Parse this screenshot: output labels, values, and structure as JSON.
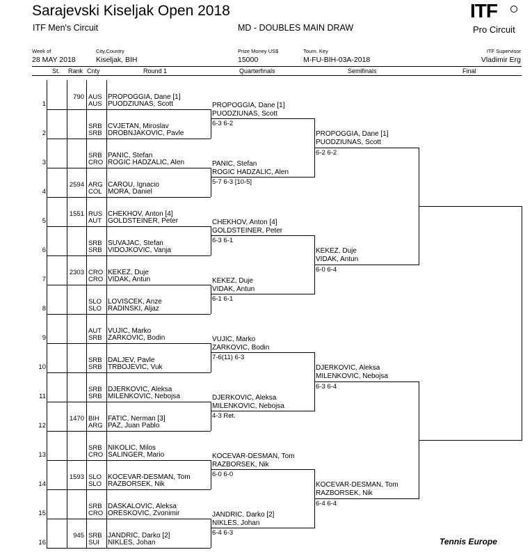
{
  "header": {
    "title": "Sarajevski Kiseljak Open 2018",
    "circuit": "ITF Men's Circuit",
    "draw_name": "MD - DOUBLES MAIN DRAW",
    "logo_itf": "ITF",
    "logo_pro": "Pro Circuit"
  },
  "info": {
    "week_label": "Week of",
    "week_value": "28 MAY 2018",
    "city_label": "City,Country",
    "city_value": "Kiseljak, BIH",
    "prize_label": "Prize Money US$",
    "prize_value": "15000",
    "key_label": "Tourn. Key",
    "key_value": "M-FU-BIH-03A-2018",
    "supervisor_label": "ITF Supervisor",
    "supervisor_value": "Vladimir Erg"
  },
  "columns": {
    "st": "St.",
    "rank": "Rank",
    "cnty": "Cnty",
    "r1": "Round 1",
    "qf": "Quarterfinals",
    "sf": "Semifinals",
    "final": "Final"
  },
  "draw": [
    {
      "line": "1",
      "rank": "790",
      "p1": {
        "c": "AUS",
        "n": "PROPOGGIA, Dane [1]"
      },
      "p2": {
        "c": "AUS",
        "n": "PUODZIUNAS, Scott"
      }
    },
    {
      "line": "2",
      "rank": "",
      "p1": {
        "c": "SRB",
        "n": "CVJETAN, Miroslav"
      },
      "p2": {
        "c": "SRB",
        "n": "DROBNJAKOVIC, Pavle"
      }
    },
    {
      "line": "3",
      "rank": "",
      "p1": {
        "c": "SRB",
        "n": "PANIC, Stefan"
      },
      "p2": {
        "c": "CRO",
        "n": "ROGIC HADZALIC, Alen"
      }
    },
    {
      "line": "4",
      "rank": "2594",
      "p1": {
        "c": "ARG",
        "n": "CAROU, Ignacio"
      },
      "p2": {
        "c": "COL",
        "n": "MORA, Daniel"
      }
    },
    {
      "line": "5",
      "rank": "1551",
      "p1": {
        "c": "RUS",
        "n": "CHEKHOV, Anton [4]"
      },
      "p2": {
        "c": "AUT",
        "n": "GOLDSTEINER, Peter"
      }
    },
    {
      "line": "6",
      "rank": "",
      "p1": {
        "c": "SRB",
        "n": "SUVAJAC, Stefan"
      },
      "p2": {
        "c": "SRB",
        "n": "VIDOJKOVIC, Vanja"
      }
    },
    {
      "line": "7",
      "rank": "2303",
      "p1": {
        "c": "CRO",
        "n": "KEKEZ, Duje"
      },
      "p2": {
        "c": "CRO",
        "n": "VIDAK, Antun"
      }
    },
    {
      "line": "8",
      "rank": "",
      "p1": {
        "c": "SLO",
        "n": "LOVISCEK, Anze"
      },
      "p2": {
        "c": "SLO",
        "n": "RADINSKI, Aljaz"
      }
    },
    {
      "line": "9",
      "rank": "",
      "p1": {
        "c": "AUT",
        "n": "VUJIC, Marko"
      },
      "p2": {
        "c": "SRB",
        "n": "ZARKOVIC, Bodin"
      }
    },
    {
      "line": "10",
      "rank": "",
      "p1": {
        "c": "SRB",
        "n": "DALJEV, Pavle"
      },
      "p2": {
        "c": "SRB",
        "n": "TRBOJEVIC, Vuk"
      }
    },
    {
      "line": "11",
      "rank": "",
      "p1": {
        "c": "SRB",
        "n": "DJERKOVIC, Aleksa"
      },
      "p2": {
        "c": "SRB",
        "n": "MILENKOVIC, Nebojsa"
      }
    },
    {
      "line": "12",
      "rank": "1470",
      "p1": {
        "c": "BIH",
        "n": "FATIC, Nerman [3]"
      },
      "p2": {
        "c": "ARG",
        "n": "PAZ, Juan Pablo"
      }
    },
    {
      "line": "13",
      "rank": "",
      "p1": {
        "c": "SRB",
        "n": "NIKOLIC, Milos"
      },
      "p2": {
        "c": "CRO",
        "n": "SALINGER, Mario"
      }
    },
    {
      "line": "14",
      "rank": "1593",
      "p1": {
        "c": "SLO",
        "n": "KOCEVAR-DESMAN, Tom"
      },
      "p2": {
        "c": "SLO",
        "n": "RAZBORSEK, Nik"
      }
    },
    {
      "line": "15",
      "rank": "",
      "p1": {
        "c": "SRB",
        "n": "DASKALOVIC, Aleksa"
      },
      "p2": {
        "c": "CRO",
        "n": "ORESKOVIC, Zvonimir"
      }
    },
    {
      "line": "16",
      "rank": "945",
      "p1": {
        "c": "SRB",
        "n": "JANDRIC, Darko [2]"
      },
      "p2": {
        "c": "SUI",
        "n": "NIKLES, Johan"
      }
    }
  ],
  "quarterfinals": [
    {
      "a": "PROPOGGIA, Dane [1]",
      "b": "PUODZIUNAS, Scott",
      "score": "6-3 6-2"
    },
    {
      "a": "PANIC, Stefan",
      "b": "ROGIC HADZALIC, Alen",
      "score": "5-7 6-3 [10-5]"
    },
    {
      "a": "CHEKHOV, Anton [4]",
      "b": "GOLDSTEINER, Peter",
      "score": "6-3 6-1"
    },
    {
      "a": "KEKEZ, Duje",
      "b": "VIDAK, Antun",
      "score": "6-1 6-1"
    },
    {
      "a": "VUJIC, Marko",
      "b": "ZARKOVIC, Bodin",
      "score": "7-6(11) 6-3"
    },
    {
      "a": "DJERKOVIC, Aleksa",
      "b": "MILENKOVIC, Nebojsa",
      "score": "4-3 Ret."
    },
    {
      "a": "KOCEVAR-DESMAN, Tom",
      "b": "RAZBORSEK, Nik",
      "score": "6-0 6-0"
    },
    {
      "a": "JANDRIC, Darko [2]",
      "b": "NIKLES, Johan",
      "score": "6-4 6-3"
    }
  ],
  "semifinals": [
    {
      "a": "PROPOGGIA, Dane [1]",
      "b": "PUODZIUNAS, Scott",
      "score": "6-2 6-2"
    },
    {
      "a": "KEKEZ, Duje",
      "b": "VIDAK, Antun",
      "score": "6-0 6-4"
    },
    {
      "a": "DJERKOVIC, Aleksa",
      "b": "MILENKOVIC, Nebojsa",
      "score": "6-3 6-4"
    },
    {
      "a": "KOCEVAR-DESMAN, Tom",
      "b": "RAZBORSEK, Nik",
      "score": "6-4 6-4"
    }
  ],
  "footer": {
    "logo_text": "Tennis Europe"
  }
}
